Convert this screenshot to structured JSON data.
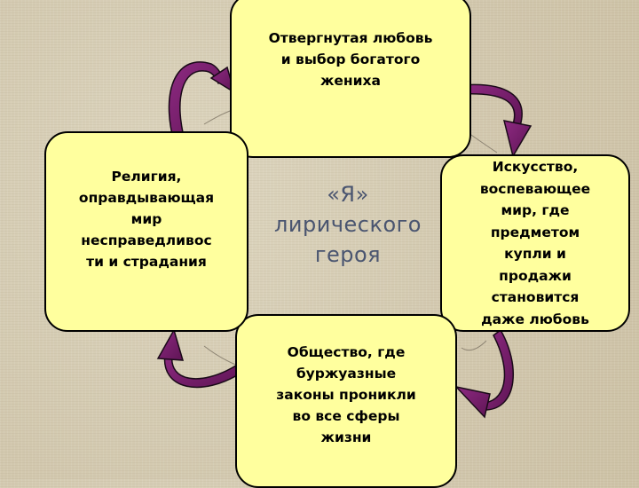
{
  "diagram": {
    "center_label": "«Я»\nлирического\nгероя",
    "boxes": {
      "top": "Отвергнутая любовь\nи выбор богатого\nжениха",
      "right": "Искусство,\nвоспевающее\nмир, где\nпредметом\nкупли и\nпродажи\nстановится\nдаже любовь",
      "bottom": "Общество, где\nбуржуазные\nзаконы проникли\nво все сферы\nжизни",
      "left": "Религия,\nоправдывающая\nмир\nнесправедливос\nти и страдания"
    },
    "colors": {
      "box_fill": "#ffff9e",
      "box_border": "#000000",
      "arrow_fill": "#7a1f6e",
      "center_text": "#4a5570"
    },
    "arrows": [
      "curved-arrow",
      "curved-arrow",
      "curved-arrow",
      "curved-arrow"
    ]
  }
}
